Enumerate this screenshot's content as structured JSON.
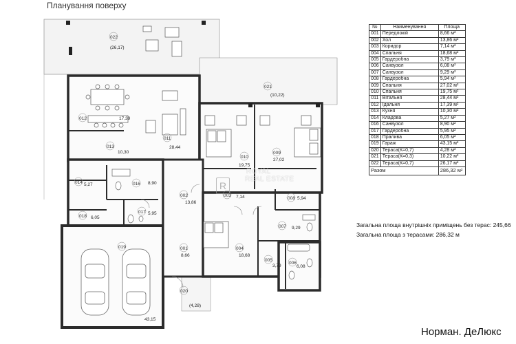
{
  "plan_title": "Планування поверху",
  "footer_title": "Норман. ДеЛюкс",
  "watermark": {
    "line1": "ROYAL",
    "line2": "REAL ESTATE"
  },
  "rooms": {
    "r001": {
      "num": "001",
      "area": "8,66"
    },
    "r002": {
      "num": "002",
      "area": "13,86"
    },
    "r003": {
      "num": "003",
      "area": "7,14"
    },
    "r004": {
      "num": "004",
      "area": "18,68"
    },
    "r005": {
      "num": "005",
      "area": "3,79"
    },
    "r006": {
      "num": "006",
      "area": "6,08"
    },
    "r007": {
      "num": "007",
      "area": "9,29"
    },
    "r008": {
      "num": "008",
      "area": "5,94"
    },
    "r009": {
      "num": "009",
      "area": "27,02"
    },
    "r010": {
      "num": "010",
      "area": "19,75"
    },
    "r011": {
      "num": "011",
      "area": "28,44"
    },
    "r012": {
      "num": "012",
      "area": "17,39"
    },
    "r013": {
      "num": "013",
      "area": "10,30"
    },
    "r014": {
      "num": "014",
      "area": "5,27"
    },
    "r016": {
      "num": "016",
      "area": "8,90"
    },
    "r017": {
      "num": "017",
      "area": "5,95"
    },
    "r018": {
      "num": "018",
      "area": "6,05"
    },
    "r019": {
      "num": "019",
      "area": "43,15"
    },
    "r020": {
      "num": "020",
      "area": "(4,28)"
    },
    "r021": {
      "num": "021",
      "area": "(10,22)"
    },
    "r022": {
      "num": "022",
      "area": "(26,17)"
    }
  },
  "table": {
    "headers": [
      "№",
      "Наименування",
      "Площа"
    ],
    "rows": [
      [
        "001",
        "Передлокій",
        "8,66 м²"
      ],
      [
        "002",
        "Хол",
        "13,86 м²"
      ],
      [
        "003",
        "Коридор",
        "7,14 м²"
      ],
      [
        "004",
        "Спальня",
        "18,68 м²"
      ],
      [
        "005",
        "Гардеробна",
        "3,79 м²"
      ],
      [
        "006",
        "Санвузол",
        "6,08 м²"
      ],
      [
        "007",
        "Санвузол",
        "9,29 м²"
      ],
      [
        "008",
        "Гардеробна",
        "5,94 м²"
      ],
      [
        "009",
        "Спальня",
        "27,02 м²"
      ],
      [
        "010",
        "Спальня",
        "19,75 м²"
      ],
      [
        "011",
        "Вітальня",
        "28,44 м²"
      ],
      [
        "012",
        "Їдальня",
        "17,39 м²"
      ],
      [
        "013",
        "Кухня",
        "10,30 м²"
      ],
      [
        "014",
        "Кладова",
        "5,27 м²"
      ],
      [
        "016",
        "Санвузол",
        "8,90 м²"
      ],
      [
        "017",
        "Гардеробна",
        "5,95 м²"
      ],
      [
        "018",
        "Пралива",
        "6,05 м²"
      ],
      [
        "019",
        "Гараж",
        "43,15 м²"
      ],
      [
        "020",
        "Тераса(К=0,7)",
        "4,28 м²"
      ],
      [
        "021",
        "Тераса(К=0,3)",
        "10,22 м²"
      ],
      [
        "022",
        "Тераса(К=0,7)",
        "26,17 м²"
      ]
    ],
    "total_label": "Разом",
    "total_value": "286,32 м²"
  },
  "summary": {
    "line1": "Загальна площа внутрішніх приміщень без терас: 245,66",
    "line2": "Загальна площа з терасами: 286,32 м"
  },
  "colors": {
    "wall": "#2b2b2b",
    "terrace": "#f2f2f2",
    "floor": "#fafafa"
  }
}
